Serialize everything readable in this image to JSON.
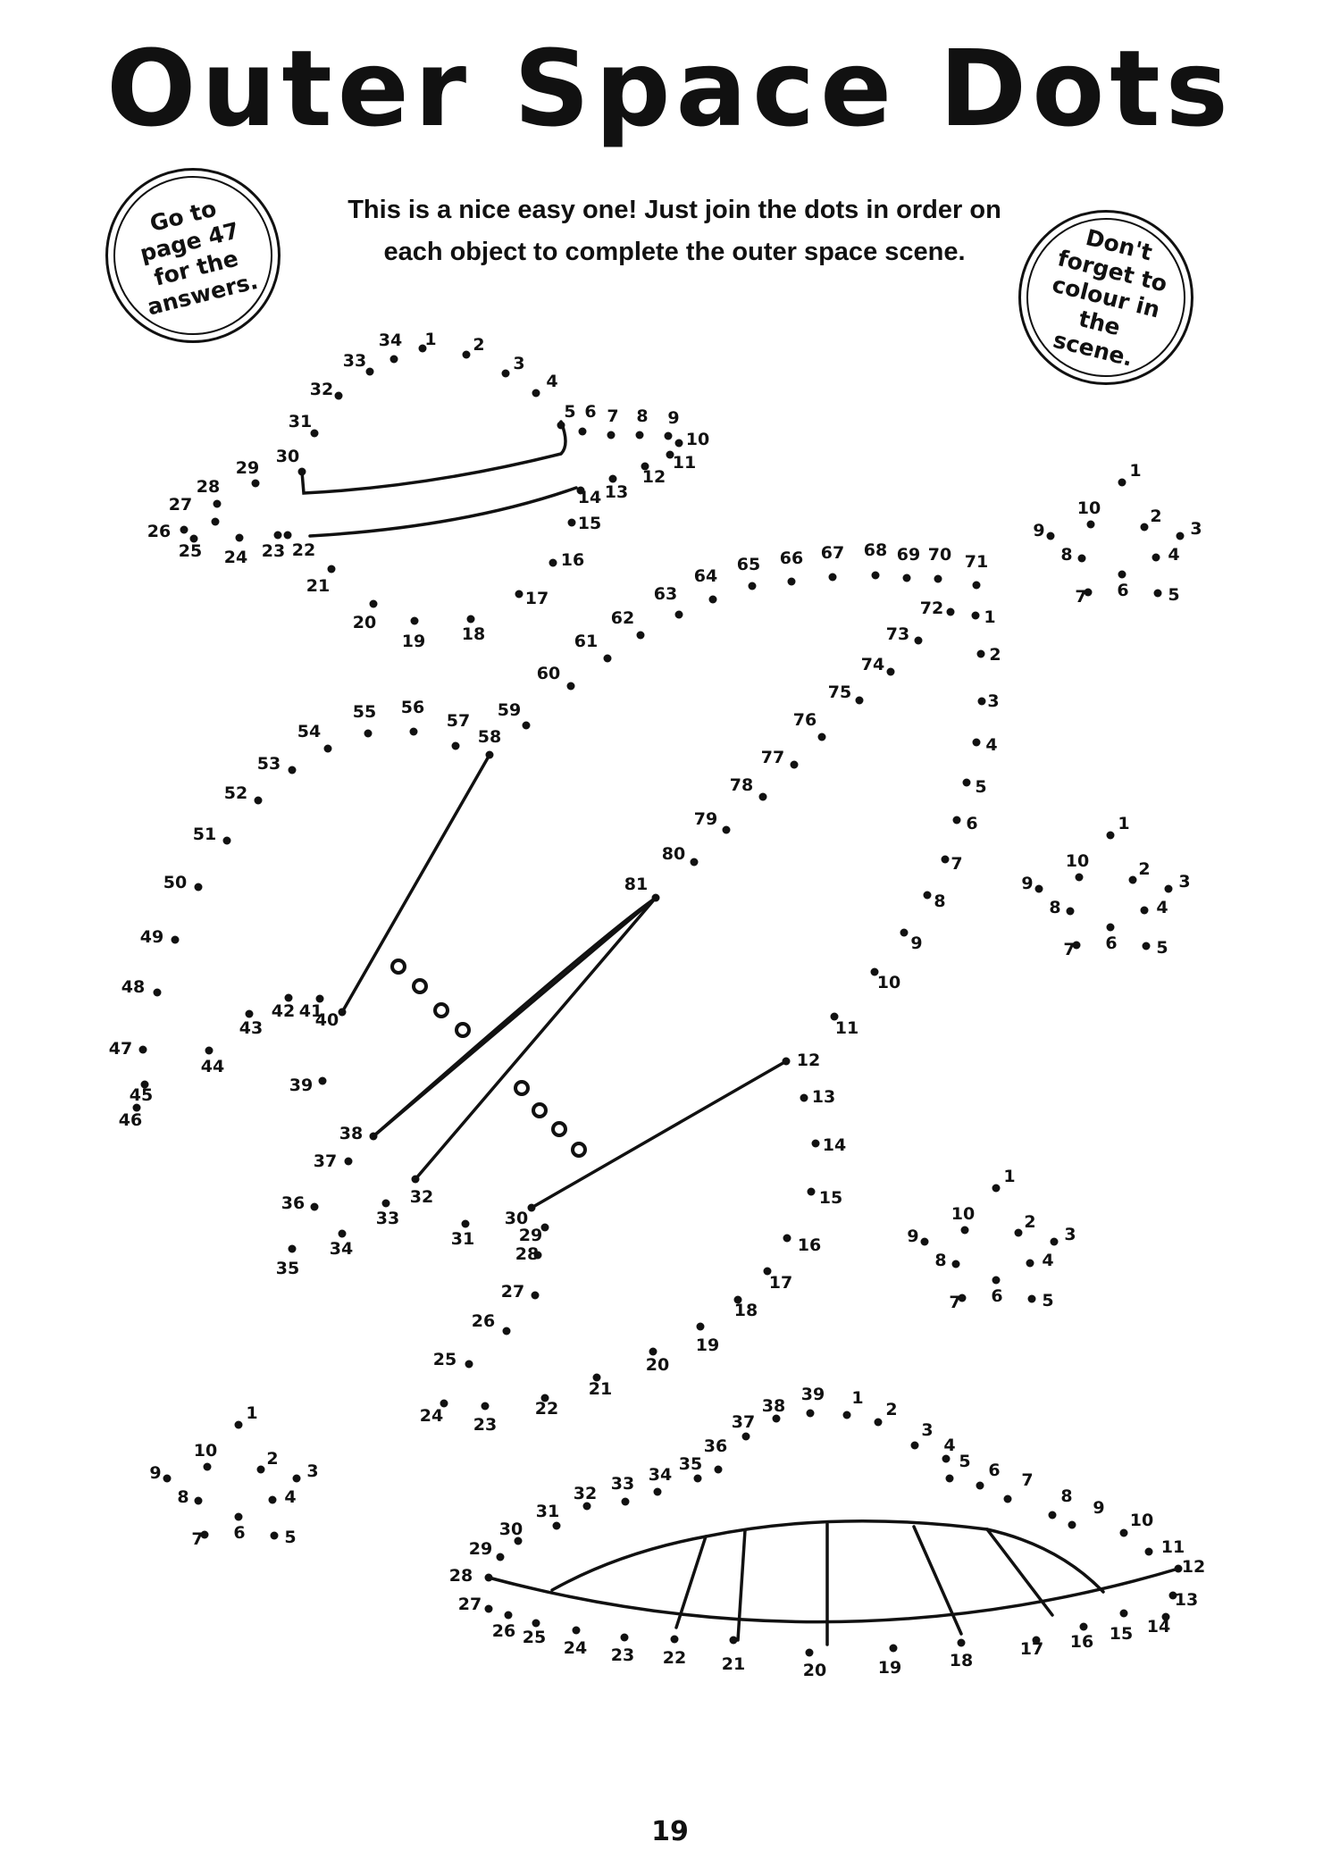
{
  "title": "Outer Space Dots",
  "instructions": "This is a nice easy one! Just join the dots in order on each object to complete the outer space scene.",
  "badges": {
    "answers": "Go to\npage 47\nfor the\nanswers.",
    "colour": "Don't\nforget to\ncolour in the\nscene."
  },
  "page_number": "19"
}
